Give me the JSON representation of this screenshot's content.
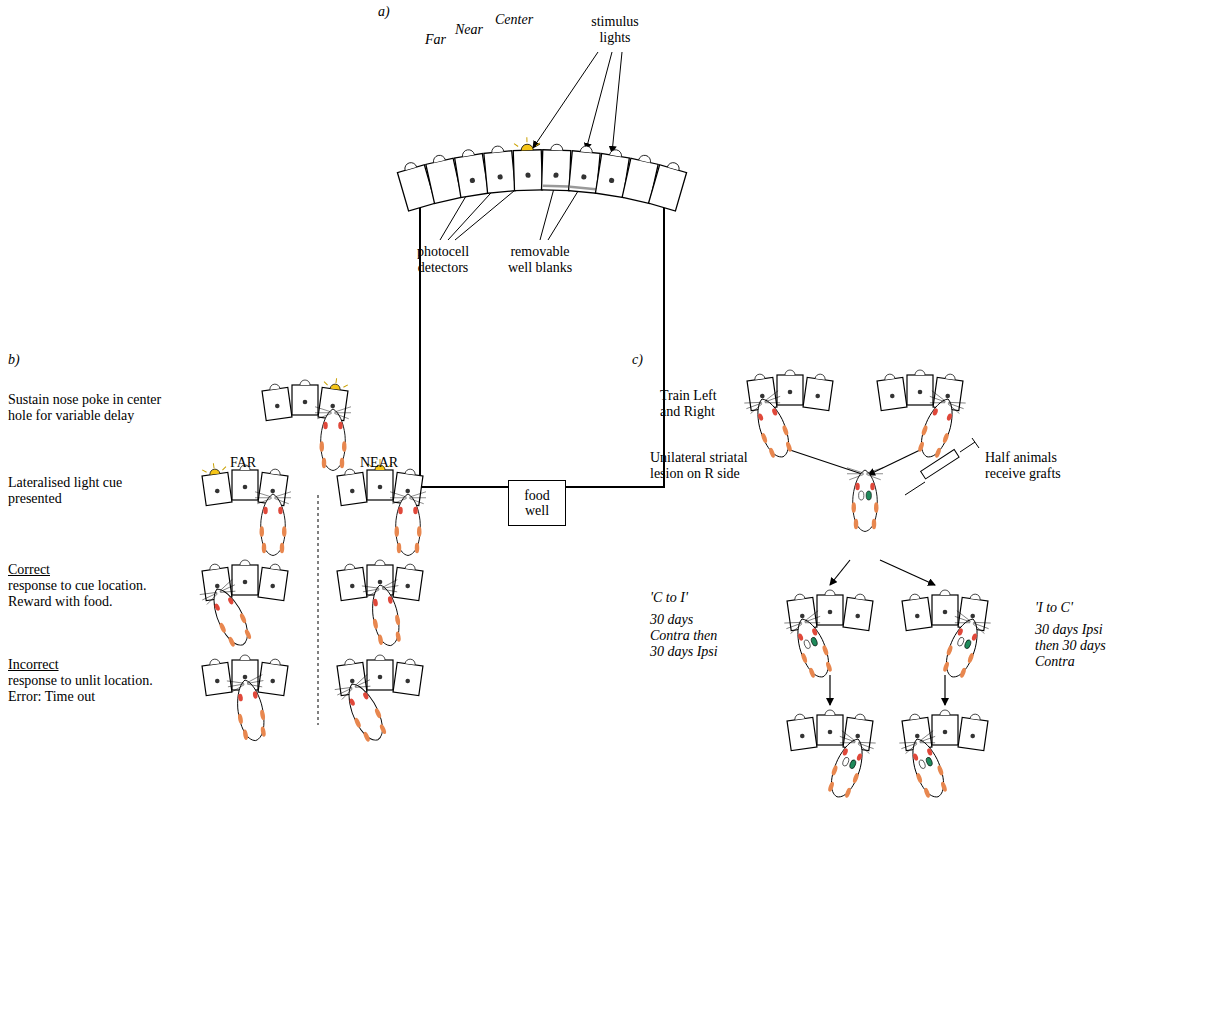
{
  "diagram": {
    "nodes": [
      {
        "text": [
          "food well"
        ]
      }
    ],
    "labels": [
      "a)",
      "Far",
      "Near",
      "Center",
      "stimulus lights",
      "photocell detectors",
      "removable well blanks",
      "b)",
      "Sustain nose poke in center hole for variable delay",
      "FAR",
      "NEAR",
      "Lateralised light cue presented",
      "Correct",
      "response to cue location. Reward with food.",
      "Incorrect",
      "response to unlit location. Error: Time out",
      "c)",
      "Train Left and Right",
      "Unilateral striatal lesion on R side",
      "Half animals receive grafts",
      "'C to I'",
      "30 days Contra then 30 days Ipsi",
      "'I to C'",
      "30 days Ipsi then 30 days Contra"
    ]
  }
}
